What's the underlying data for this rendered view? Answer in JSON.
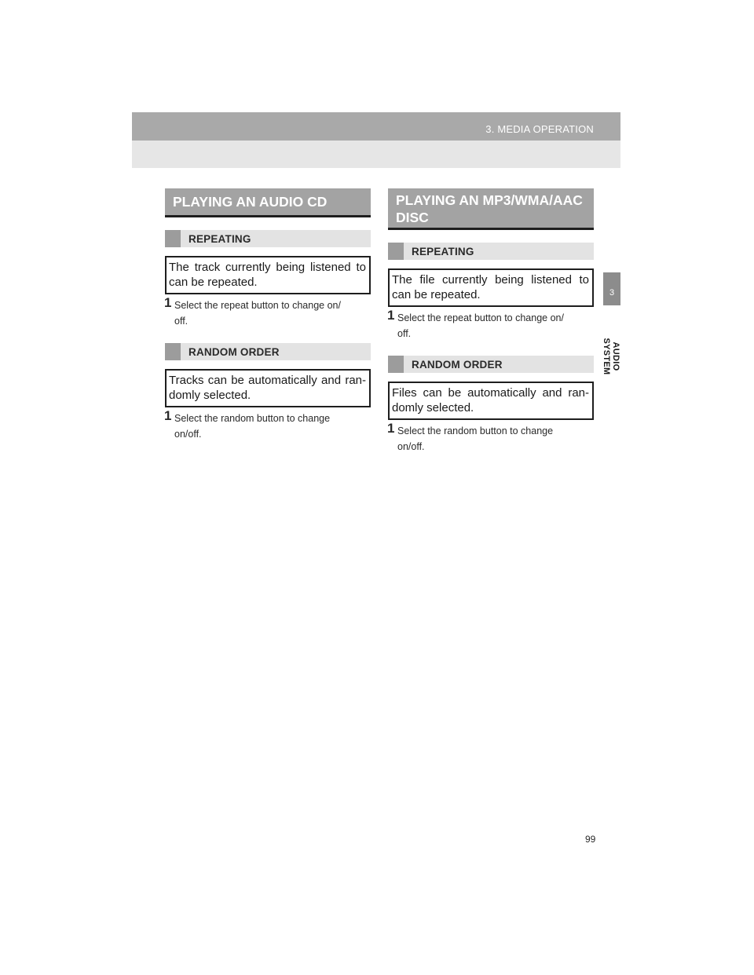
{
  "header": {
    "section": "3. MEDIA OPERATION"
  },
  "side_tab": {
    "number": "3",
    "label": "AUDIO SYSTEM"
  },
  "left_column": {
    "title": "PLAYING AN AUDIO CD",
    "repeating": {
      "heading": "REPEATING",
      "box": "The track currently being listened to can be repeated.",
      "step_number": "1",
      "step_line1": "Select the repeat button to change on/",
      "step_line2": "off."
    },
    "random": {
      "heading": "RANDOM ORDER",
      "box": "Tracks can be automatically and ran-domly selected.",
      "step_number": "1",
      "step_line1": "Select the random button to change",
      "step_line2": "on/off."
    }
  },
  "right_column": {
    "title_line1": "PLAYING AN MP3/WMA/AAC",
    "title_line2": "DISC",
    "repeating": {
      "heading": "REPEATING",
      "box": "The file currently being listened to can be repeated.",
      "step_number": "1",
      "step_line1": "Select the repeat button to change on/",
      "step_line2": "off."
    },
    "random": {
      "heading": "RANDOM ORDER",
      "box": "Files can be automatically and ran-domly selected.",
      "step_number": "1",
      "step_line1": "Select the random button to change",
      "step_line2": "on/off."
    }
  },
  "page_number": "99"
}
